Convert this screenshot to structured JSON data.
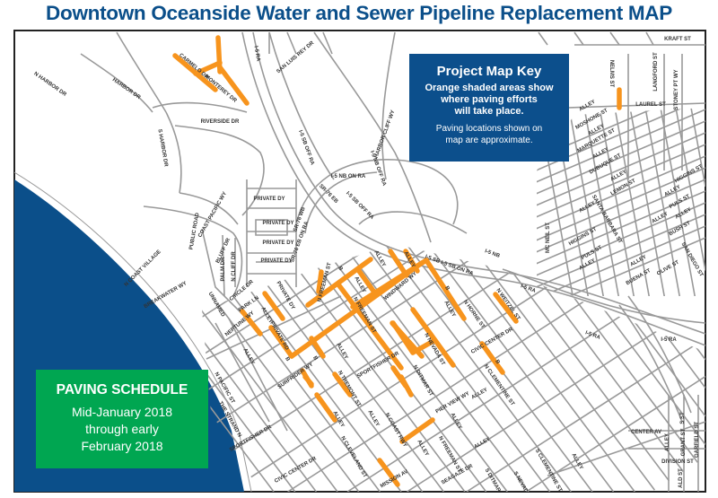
{
  "title": "Downtown Oceanside Water and Sewer Pipeline Replacement MAP",
  "colors": {
    "title": "#0b4f8a",
    "ocean": "#0b4f8a",
    "key_box": "#0c4f8c",
    "schedule_box": "#00a651",
    "paving": "#f7941d",
    "streets": "#999999"
  },
  "key": {
    "heading": "Project Map Key",
    "body_lines": [
      "Orange shaded areas show",
      "where paving efforts",
      "will take place."
    ],
    "note_lines": [
      "Paving locations shown on",
      "map are approximate."
    ]
  },
  "schedule": {
    "heading": "PAVING SCHEDULE",
    "lines": [
      "Mid-January 2018",
      "through early",
      "February 2018"
    ]
  },
  "map": {
    "labels": [
      "KRAFT ST",
      "I-5 RA",
      "SAN LUIS REY DR",
      "CARMELO DR",
      "MONTEREY DR",
      "N HARBOR DR",
      "HARBOR DR",
      "RIVERSIDE DR",
      "S HARBOR DR",
      "HARBOR CLIFF WY",
      "I-5 NB OFF RA",
      "I-5 SB OFF RA",
      "I-5 NB ON RA",
      "SR-76 EB",
      "I-5 SB OFF RA",
      "SR-76 WB",
      "PRIVATE DY",
      "PRIVATE DY",
      "PRIVATE DY",
      "PRIVATE DY",
      "PUBLIC ROAD",
      "COAST PACIFIC WY",
      "BLUFF DR",
      "PALM DR",
      "N CLIFF DR",
      "N COAST VILLAGE",
      "BREAKWATER WY",
      "UNNAMED",
      "CIRCLE DR",
      "PARK LN",
      "ALLEY",
      "PRIVATE DY",
      "N FREEMAN ST",
      "SR-76 EB ON RA",
      "NEPTUNE WY",
      "PRIVATE RD",
      "ALLEY",
      "WINDWARD WY",
      "ALLEY",
      "N FREEMAN ST",
      "ALLEY",
      "ALLEY",
      "I-5 SB I-5 SB ON RA",
      "I-5 NB",
      "I-5 RA",
      "I-5 RA",
      "N WEITZEL ST",
      "ALLEY",
      "N HORNE ST",
      "CIVIC CENTER DR",
      "N NEVADA ST",
      "N DITMAR ST",
      "SPORTFISHER DR",
      "N CLEMENTINE ST",
      "N TREMONT ST",
      "SURFRIDER WY",
      "ALLEY",
      "N PACIFIC ST",
      "THE STRAND N",
      "SPORTFISHER DR",
      "CIVIC CENTER DR",
      "N CLEVELAND ST",
      "ALLEY",
      "N COAST HWY",
      "ALLEY",
      "PIER VIEW WY",
      "ALLEY",
      "ALLEY",
      "ALLEY",
      "N FREEMAN ST",
      "ALLEY",
      "MISSION AV",
      "SEAGAZE DR",
      "S DITMAR ST",
      "S NEVADA",
      "S CLEMENTINE ST",
      "ALLEY",
      "CENTER AV",
      "ALLEY",
      "GRANT ST",
      "DIVISION ST",
      "ALD ST",
      "GARFIELD ST",
      "S ST",
      "NELMS ST",
      "LANGFORD ST",
      "STONEY PT WY",
      "LAUREL ST",
      "ALLEY",
      "MOSHONE ST",
      "ALLEY",
      "MARQUETTE ST",
      "ALLEY",
      "DUBUQUE ST",
      "ALLEY",
      "LEMON ST",
      "HIGGINS ST",
      "ALLEY",
      "PULS ST",
      "ALLEY",
      "BUSH ST",
      "ALLEY",
      "SANTA BARBARA ST",
      "ALLEY",
      "HIGGINS ST",
      "PULS ST",
      "ALLEY",
      "ALLEY",
      "BUENA ST",
      "OLIVE ST",
      "SAN DIEGO ST",
      "MC NEIL ST",
      "I-5 RA",
      "B",
      "B",
      "B",
      "B",
      "B"
    ]
  }
}
